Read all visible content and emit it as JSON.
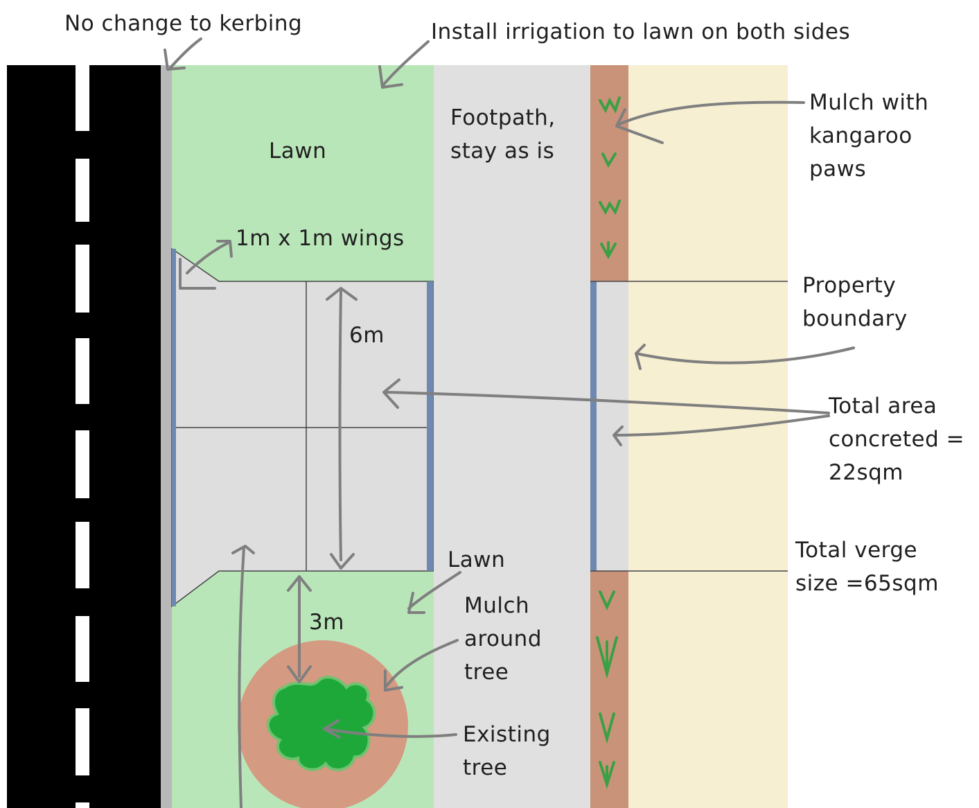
{
  "title": "",
  "colors": {
    "road": "#000000",
    "road_marking": "#ffffff",
    "kerb": "#b8b8b8",
    "lawn": "#b9e6b9",
    "concrete": "#dedede",
    "footpath": "#e0e0e0",
    "mulch_bed": "#c9937a",
    "property": "#f7efd2",
    "edge_strip": "#6f88b0",
    "tree_canopy": "#1fa83a",
    "tree_mulch": "#d49a82",
    "annotation_ink": "#7f7f7f"
  },
  "annotations": {
    "kerbing": "No change to kerbing",
    "irrigation": "Install irrigation to lawn on both sides",
    "mulch_paws": "Mulch with\nkangaroo\npaws",
    "lawn_top": "Lawn",
    "footpath": "Footpath,\nstay as is",
    "wings": "1m x 1m wings",
    "property_boundary": "Property\nboundary",
    "dim_6m": "6m",
    "total_concreted": "Total area\nconcreted =\n22sqm",
    "total_verge": "Total verge\nsize =65sqm",
    "lawn_bottom": "Lawn",
    "dim_3m": "3m",
    "mulch_tree": "Mulch\naround\ntree",
    "existing_tree": "Existing\ntree"
  },
  "icons": [
    "arrow-icon",
    "plant-icon",
    "tree-icon"
  ]
}
